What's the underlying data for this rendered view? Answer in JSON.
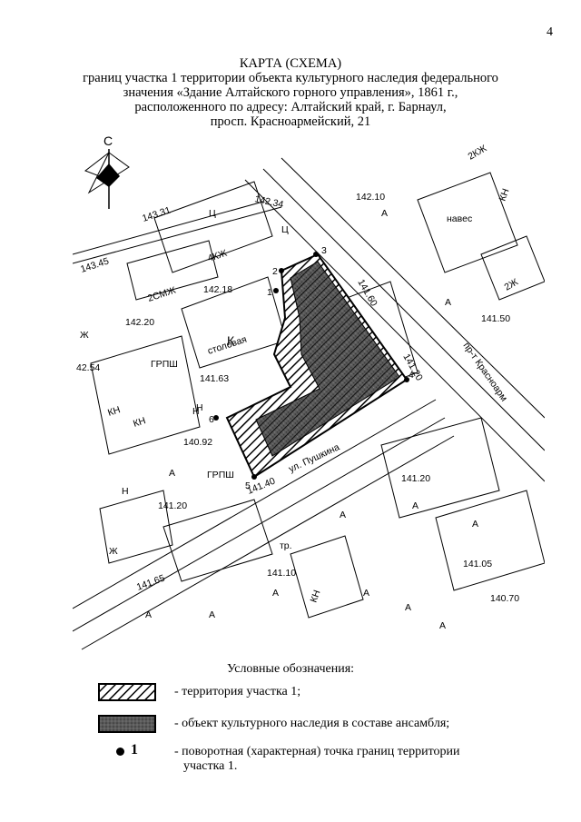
{
  "page_number": "4",
  "title": {
    "line1": "КАРТА (СХЕМА)",
    "line2": "границ участка 1 территории объекта культурного наследия федерального",
    "line3": "значения «Здание Алтайского горного управления», 1861 г.,",
    "line4": "расположенного по адресу: Алтайский край, г. Барнаул,",
    "line5": "просп. Красноармейский, 21"
  },
  "map": {
    "north": "С",
    "elevations": [
      "142.34",
      "143.31",
      "143.45",
      "142.10",
      "142.18",
      "142.20",
      "141.63",
      "42.54",
      "141.60",
      "141.50",
      "141.20",
      "140.92",
      "141.20",
      "141.40",
      "141.20",
      "141.65",
      "141.10",
      "141.05",
      "140.70"
    ],
    "buildings": [
      "4КЖ",
      "2СМЖ",
      "К",
      "КН",
      "КН",
      "2Ж",
      "Ж",
      "Ж",
      "КН",
      "2КЖ",
      "КН",
      "Н"
    ],
    "letters": [
      "А",
      "А",
      "А",
      "А",
      "А",
      "А",
      "А",
      "А",
      "А",
      "А",
      "А",
      "А",
      "Ц",
      "Ц",
      "Н",
      "Н"
    ],
    "canteen": "столовая",
    "streets": {
      "pushkina": "ул. Пушкина",
      "krasnoarm": "пр-т Красноарм"
    },
    "grpsh": [
      "ГРПШ",
      "ГРПШ"
    ],
    "naves": "навес",
    "tr": "тр.",
    "points": [
      "1",
      "2",
      "3",
      "4",
      "5",
      "6"
    ]
  },
  "legend": {
    "title": "Условные обозначения:",
    "items": [
      {
        "text": "- территория участка 1;"
      },
      {
        "text": "- объект культурного наследия в составе ансамбля;"
      },
      {
        "marker": "1",
        "text_line1": "- поворотная (характерная) точка границ территории",
        "text_line2": "участка 1."
      }
    ]
  }
}
